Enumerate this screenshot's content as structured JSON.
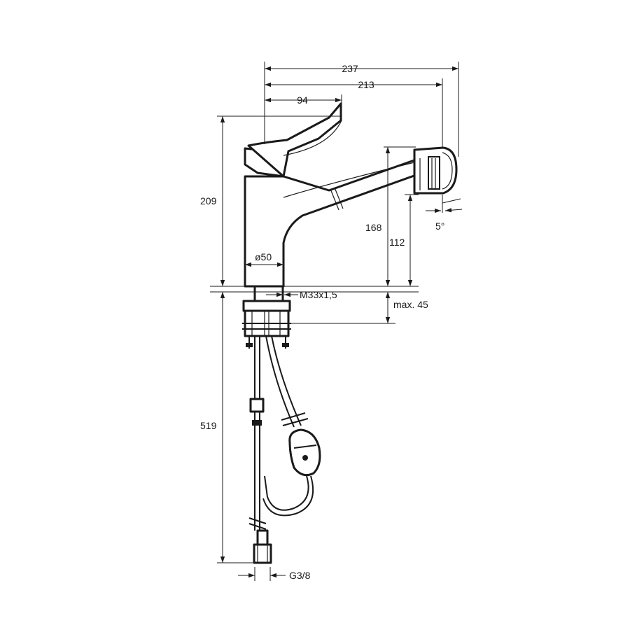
{
  "dimensions": {
    "overall_reach": "237",
    "spout_reach": "213",
    "lever_offset": "94",
    "total_height": "209",
    "outlet_height": "168",
    "outlet_clearance": "112",
    "spray_angle": "5°",
    "base_diameter": "ø50",
    "thread": "M33x1,5",
    "deck_thickness": "max. 45",
    "hose_length": "519",
    "connection": "G3/8"
  }
}
